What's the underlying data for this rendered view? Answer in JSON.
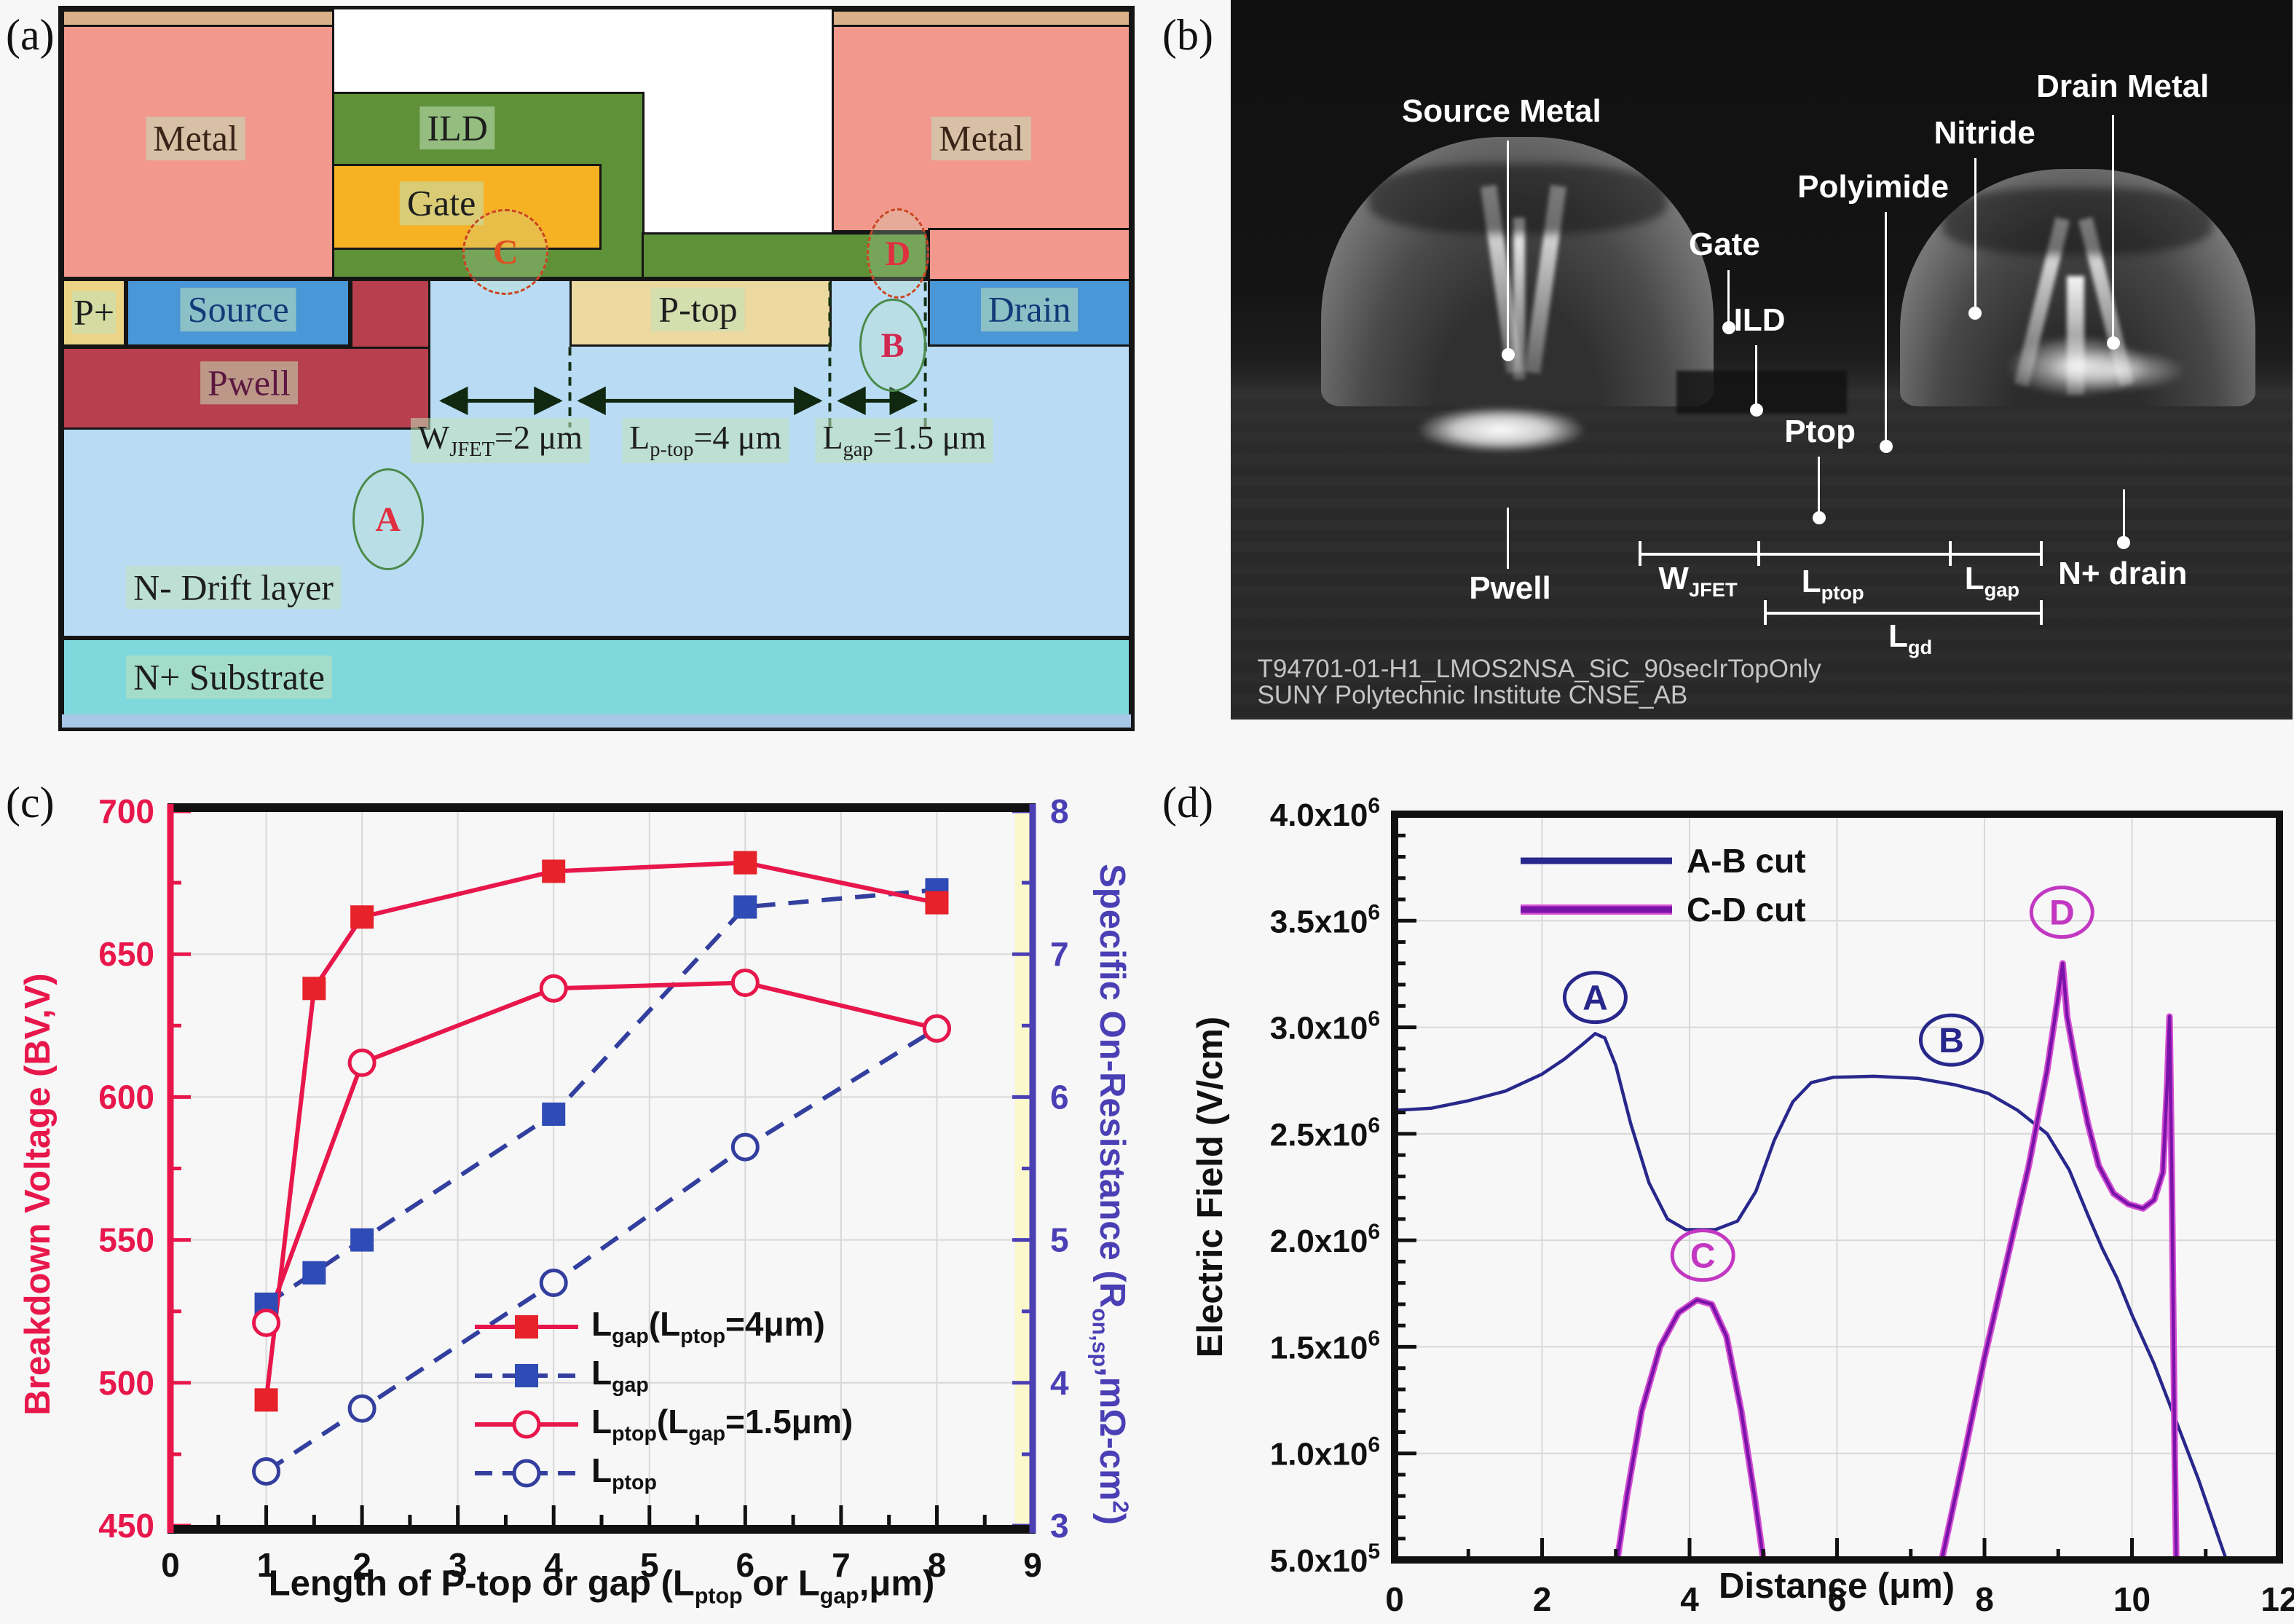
{
  "panel_tags": {
    "a": "(a)",
    "b": "(b)",
    "c": "(c)",
    "d": "(d)"
  },
  "palette": {
    "metal": "#f2988c",
    "metal_top": "#d9b08a",
    "ild": "#5e9138",
    "gate": "#f6b223",
    "source_drain": "#4a97d8",
    "p_plus": "#ecd487",
    "p_top": "#ecd9a0",
    "pwell": "#b83f4e",
    "n_drift": "#b9dcf4",
    "n_substrate": "#7fd8dc",
    "substrate_bottom": "#a6c8e6",
    "chart_red": "#e8174b",
    "chart_red_marker": "#e7222a",
    "chart_blue": "#333f9e",
    "field_navy": "#28288c",
    "field_purple": "#7a14a8",
    "field_magenta": "#d44fd4"
  },
  "panel_a": {
    "labels": {
      "metal_left": "Metal",
      "ild": "ILD",
      "gate": "Gate",
      "p_plus": "P+",
      "source": "Source",
      "pwell": "Pwell",
      "p_top": "P-top",
      "drain": "Drain",
      "metal_right": "Metal",
      "n_drift": "N- Drift layer",
      "n_substrate": "N+ Substrate"
    },
    "dimensions": {
      "w_jfet": [
        {
          "t": "W"
        },
        {
          "sub": "JFET"
        },
        {
          "t": "=2 μm"
        }
      ],
      "l_ptop": [
        {
          "t": "L"
        },
        {
          "sub": "p-top"
        },
        {
          "t": "=4 μm"
        }
      ],
      "l_gap": [
        {
          "t": "L"
        },
        {
          "sub": "gap"
        },
        {
          "t": "=1.5 μm"
        }
      ]
    },
    "markers": {
      "a": "A",
      "b": "B",
      "c": "C",
      "d": "D"
    }
  },
  "panel_b": {
    "labels": {
      "source_metal": "Source Metal",
      "gate": "Gate",
      "ild": "ILD",
      "polyimide": "Polyimide",
      "nitride": "Nitride",
      "drain_metal": "Drain Metal",
      "ptop": "Ptop",
      "pwell": "Pwell",
      "n_drain": "N+ drain"
    },
    "measures": {
      "w_jfet": [
        {
          "t": "W"
        },
        {
          "sub": "JFET"
        }
      ],
      "l_ptop": [
        {
          "t": "L"
        },
        {
          "sub": "ptop"
        }
      ],
      "l_gap": [
        {
          "t": "L"
        },
        {
          "sub": "gap"
        }
      ],
      "l_gd": [
        {
          "t": "L"
        },
        {
          "sub": "gd"
        }
      ]
    },
    "footer_line1": "T94701-01-H1_LMOS2NSA_SiC_90secIrTopOnly",
    "footer_line2": "SUNY Polytechnic Institute CNSE_AB"
  },
  "chart_data": [
    {
      "type": "line",
      "title": "",
      "xlabel_segments": [
        {
          "t": "Length of P-top or gap (L"
        },
        {
          "sub": "ptop"
        },
        {
          "t": " or L"
        },
        {
          "sub": "gap"
        },
        {
          "t": ",μm)"
        }
      ],
      "x_range": [
        0,
        9
      ],
      "x_ticks": [
        0,
        1,
        2,
        3,
        4,
        5,
        6,
        7,
        8,
        9
      ],
      "y_left": {
        "title_segments": [
          {
            "t": "Breakdown Voltage (BV,V)"
          }
        ],
        "range": [
          450,
          700
        ],
        "ticks": [
          450,
          500,
          550,
          600,
          650,
          700
        ],
        "color": "#e8174b"
      },
      "y_right": {
        "title_segments": [
          {
            "t": "Specific On-Resistance (R"
          },
          {
            "sub": "on,sp"
          },
          {
            "t": ",mΩ-cm"
          },
          {
            "sup": "2"
          },
          {
            "t": ")"
          }
        ],
        "range": [
          3,
          8
        ],
        "ticks": [
          3,
          4,
          5,
          6,
          7,
          8
        ],
        "color": "#4a3fb4"
      },
      "grid": true,
      "legend_position": "lower-right",
      "series": [
        {
          "name_segments": [
            {
              "t": "L"
            },
            {
              "sub": "gap"
            },
            {
              "t": "(L"
            },
            {
              "sub": "ptop"
            },
            {
              "t": "=4μm)"
            }
          ],
          "axis": "left",
          "dash": "solid",
          "line_color": "#e8174b",
          "marker": "square-filled",
          "marker_color": "#e7222a",
          "x": [
            1,
            1.5,
            2,
            4,
            6,
            8
          ],
          "y": [
            494,
            638,
            663,
            679,
            682,
            668
          ]
        },
        {
          "name_segments": [
            {
              "t": "L"
            },
            {
              "sub": "gap"
            }
          ],
          "axis": "right",
          "dash": "dashed",
          "line_color": "#333f9e",
          "marker": "square-filled",
          "marker_color": "#2f4bb5",
          "x": [
            1,
            1.5,
            2,
            4,
            6,
            8
          ],
          "y": [
            4.55,
            4.77,
            5.0,
            5.88,
            7.33,
            7.45
          ]
        },
        {
          "name_segments": [
            {
              "t": "L"
            },
            {
              "sub": "ptop"
            },
            {
              "t": "(L"
            },
            {
              "sub": "gap"
            },
            {
              "t": "=1.5μm)"
            }
          ],
          "axis": "left",
          "dash": "solid",
          "line_color": "#e8174b",
          "marker": "circle-open",
          "marker_color": "#e8174b",
          "x": [
            1,
            2,
            4,
            6,
            8
          ],
          "y": [
            521,
            612,
            638,
            640,
            624
          ]
        },
        {
          "name_segments": [
            {
              "t": "L"
            },
            {
              "sub": "ptop"
            }
          ],
          "axis": "right",
          "dash": "dashed",
          "line_color": "#333f9e",
          "marker": "circle-open",
          "marker_color": "#333f9e",
          "x": [
            1,
            2,
            4,
            6,
            8
          ],
          "y": [
            3.38,
            3.82,
            4.7,
            5.65,
            6.48
          ]
        }
      ]
    },
    {
      "type": "line",
      "title": "",
      "xlabel_segments": [
        {
          "t": "Distance (μm)"
        }
      ],
      "ylabel_segments": [
        {
          "t": "Electric Field (V/cm)"
        }
      ],
      "x_range": [
        0,
        12
      ],
      "x_ticks": [
        0,
        2,
        4,
        6,
        8,
        10,
        12
      ],
      "y_range": [
        500000,
        4000000
      ],
      "y_ticks": [
        {
          "v": 500000,
          "m": "5.0",
          "e": "5"
        },
        {
          "v": 1000000,
          "m": "1.0",
          "e": "6"
        },
        {
          "v": 1500000,
          "m": "1.5",
          "e": "6"
        },
        {
          "v": 2000000,
          "m": "2.0",
          "e": "6"
        },
        {
          "v": 2500000,
          "m": "2.5",
          "e": "6"
        },
        {
          "v": 3000000,
          "m": "3.0",
          "e": "6"
        },
        {
          "v": 3500000,
          "m": "3.5",
          "e": "6"
        },
        {
          "v": 4000000,
          "m": "4.0",
          "e": "6"
        }
      ],
      "grid": true,
      "legend_position": "upper-left",
      "series": [
        {
          "name": "A-B cut",
          "color": "#28288c",
          "segments": [
            [
              [
                0,
                2610000
              ],
              [
                0.5,
                2620000
              ],
              [
                1,
                2655000
              ],
              [
                1.5,
                2700000
              ],
              [
                2,
                2780000
              ],
              [
                2.3,
                2850000
              ],
              [
                2.55,
                2920000
              ],
              [
                2.72,
                2970000
              ],
              [
                2.85,
                2950000
              ],
              [
                3.0,
                2820000
              ],
              [
                3.2,
                2550000
              ],
              [
                3.45,
                2270000
              ],
              [
                3.7,
                2100000
              ],
              [
                3.95,
                2050000
              ],
              [
                4.35,
                2050000
              ],
              [
                4.65,
                2090000
              ],
              [
                4.9,
                2230000
              ],
              [
                5.15,
                2470000
              ],
              [
                5.4,
                2650000
              ],
              [
                5.65,
                2740000
              ],
              [
                5.95,
                2765000
              ],
              [
                6.5,
                2770000
              ],
              [
                7.1,
                2760000
              ],
              [
                7.6,
                2730000
              ],
              [
                8.05,
                2690000
              ],
              [
                8.45,
                2610000
              ],
              [
                8.85,
                2500000
              ],
              [
                9.15,
                2330000
              ],
              [
                9.4,
                2120000
              ],
              [
                9.6,
                1960000
              ],
              [
                9.8,
                1820000
              ],
              [
                10.0,
                1650000
              ],
              [
                10.3,
                1420000
              ],
              [
                10.6,
                1150000
              ],
              [
                10.9,
                880000
              ],
              [
                11.15,
                630000
              ],
              [
                11.28,
                500000
              ]
            ]
          ]
        },
        {
          "name": "C-D cut",
          "color": "#7a14a8",
          "halo": "#d44fd4",
          "segments": [
            [
              [
                3.02,
                500000
              ],
              [
                3.15,
                800000
              ],
              [
                3.35,
                1200000
              ],
              [
                3.6,
                1500000
              ],
              [
                3.85,
                1660000
              ],
              [
                4.1,
                1720000
              ],
              [
                4.3,
                1700000
              ],
              [
                4.5,
                1550000
              ],
              [
                4.7,
                1200000
              ],
              [
                4.88,
                800000
              ],
              [
                5.0,
                500000
              ]
            ],
            [
              [
                7.42,
                500000
              ],
              [
                7.7,
                950000
              ],
              [
                8.0,
                1450000
              ],
              [
                8.3,
                1900000
              ],
              [
                8.6,
                2350000
              ],
              [
                8.85,
                2800000
              ],
              [
                9.0,
                3150000
              ],
              [
                9.06,
                3300000
              ],
              [
                9.12,
                3050000
              ],
              [
                9.25,
                2800000
              ],
              [
                9.4,
                2550000
              ],
              [
                9.55,
                2350000
              ],
              [
                9.75,
                2220000
              ],
              [
                9.95,
                2170000
              ],
              [
                10.15,
                2150000
              ],
              [
                10.3,
                2190000
              ],
              [
                10.42,
                2320000
              ],
              [
                10.48,
                2750000
              ],
              [
                10.51,
                3050000
              ],
              [
                10.54,
                2300000
              ],
              [
                10.58,
                1000000
              ],
              [
                10.6,
                500000
              ]
            ]
          ]
        }
      ],
      "annotations": [
        {
          "label": "A",
          "x": 2.72,
          "y": 3140000,
          "color": "#28288c"
        },
        {
          "label": "B",
          "x": 7.55,
          "y": 2940000,
          "color": "#28288c"
        },
        {
          "label": "C",
          "x": 4.18,
          "y": 1930000,
          "color": "#c238c2"
        },
        {
          "label": "D",
          "x": 9.05,
          "y": 3540000,
          "color": "#c238c2"
        }
      ]
    }
  ]
}
